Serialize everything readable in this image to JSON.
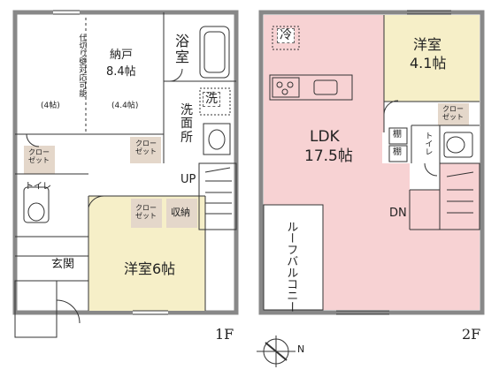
{
  "floor1": {
    "label": "1F",
    "rooms": {
      "storage_partition_note": "仕切り壁対応可能",
      "storage_name": "納戸",
      "storage_size": "8.4帖",
      "storage_left_size": "(4帖)",
      "storage_right_size": "(4.4帖)",
      "bath": "浴室",
      "washer": "洗",
      "washroom": "洗面所",
      "closet_label": "クローゼット",
      "toilet": "トイレ",
      "stairs_up": "UP",
      "storage_small": "収納",
      "entrance": "玄関",
      "western_room": "洋室6帖"
    }
  },
  "floor2": {
    "label": "2F",
    "rooms": {
      "fridge": "冷",
      "ldk_name": "LDK",
      "ldk_size": "17.5帖",
      "western_name": "洋室",
      "western_size": "4.1帖",
      "closet_label": "クローゼット",
      "shelf": "棚",
      "toilet": "トイレ",
      "stairs_down": "DN",
      "roof_balcony": "ルーフバルコニー"
    }
  },
  "compass": {
    "north": "N"
  },
  "colors": {
    "ldk_fill": "#f7d2d3",
    "western_fill": "#f6efc8",
    "closet_fill": "#e4d7ca",
    "wall": "#8a8a8a",
    "line": "#333333"
  }
}
